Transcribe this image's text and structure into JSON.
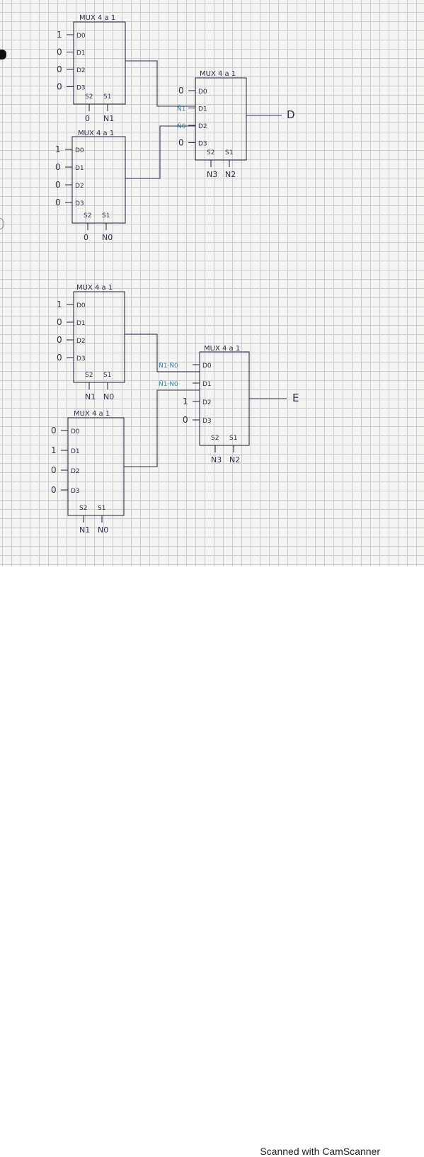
{
  "footer": {
    "scan_label": "Scanned with CamScanner"
  },
  "circuits": [
    {
      "output": "D",
      "mux_a": {
        "title": "MUX 4 a 1",
        "inputs": [
          "1",
          "0",
          "0",
          "0"
        ],
        "data_pins": [
          "D0",
          "D1",
          "D2",
          "D3"
        ],
        "select_pins": [
          "S2",
          "S1"
        ],
        "select_signals": [
          "0",
          "N1"
        ]
      },
      "mux_b": {
        "title": "MUX 4 a 1",
        "inputs": [
          "1",
          "0",
          "0",
          "0"
        ],
        "data_pins": [
          "D0",
          "D1",
          "D2",
          "D3"
        ],
        "select_pins": [
          "S2",
          "S1"
        ],
        "select_signals": [
          "0",
          "N0"
        ]
      },
      "mux_final": {
        "title": "MUX 4 a 1",
        "inputs": [
          "0",
          "N̄1",
          "N̄0",
          "0"
        ],
        "data_pins": [
          "D0",
          "D1",
          "D2",
          "D3"
        ],
        "select_pins": [
          "S2",
          "S1"
        ],
        "select_signals": [
          "N3",
          "N2"
        ]
      }
    },
    {
      "output": "E",
      "mux_a": {
        "title": "MUX 4 a 1",
        "inputs": [
          "1",
          "0",
          "0",
          "0"
        ],
        "data_pins": [
          "D0",
          "D1",
          "D2",
          "D3"
        ],
        "select_pins": [
          "S2",
          "S1"
        ],
        "select_signals": [
          "N1",
          "N0"
        ]
      },
      "mux_b": {
        "title": "MUX 4 a 1",
        "inputs": [
          "0",
          "1",
          "0",
          "0"
        ],
        "data_pins": [
          "D0",
          "D1",
          "D2",
          "D3"
        ],
        "select_pins": [
          "S2",
          "S1"
        ],
        "select_signals": [
          "N1",
          "N0"
        ]
      },
      "mux_final": {
        "title": "MUX 4 a 1",
        "inputs": [
          "N̄1·N̄0",
          "N̄1·N0",
          "1",
          "0"
        ],
        "data_pins": [
          "D0",
          "D1",
          "D2",
          "D3"
        ],
        "select_pins": [
          "S2",
          "S1"
        ],
        "select_signals": [
          "N3",
          "N2"
        ]
      }
    }
  ]
}
